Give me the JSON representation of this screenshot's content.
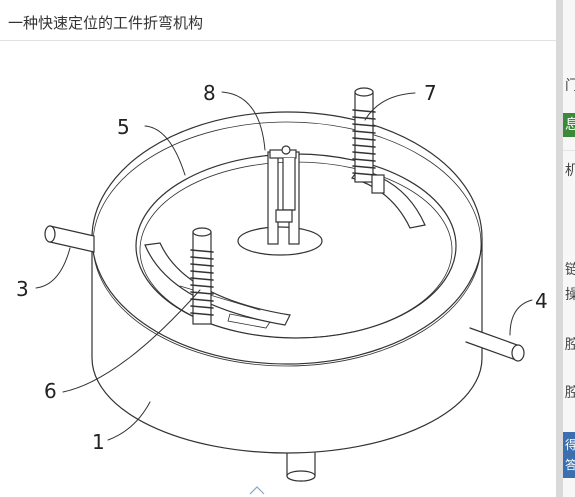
{
  "page": {
    "title": "一种快速定位的工件折弯机构"
  },
  "figure": {
    "labels": {
      "l1": "1",
      "l3": "3",
      "l4": "4",
      "l5": "5",
      "l6": "6",
      "l7": "7",
      "l8": "8"
    }
  },
  "side_panel": {
    "t1": "门",
    "t2": "息",
    "t3": "机",
    "t4": "链",
    "t5": "操",
    "t6": "腔",
    "t7": "腔",
    "t8": "得",
    "t9": "答"
  }
}
